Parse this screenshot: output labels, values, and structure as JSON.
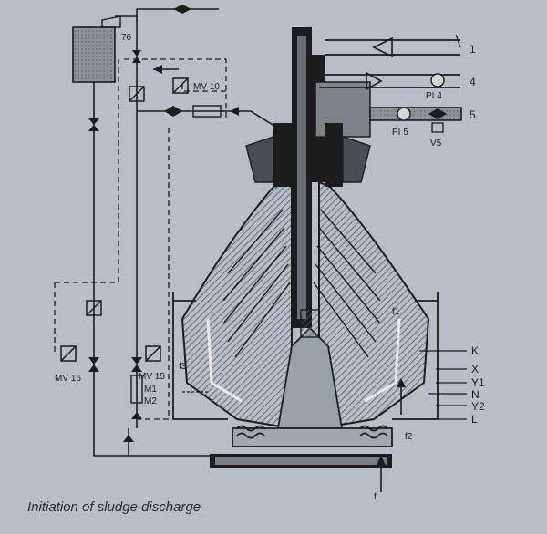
{
  "caption": "Initiation of sludge discharge",
  "labels": {
    "tank": "76",
    "mv10": "MV 10",
    "mv15": "MV 15",
    "mv16": "MV 16",
    "m1": "M1",
    "m2": "M2",
    "f3": "f3",
    "f1": "f1",
    "f2": "f2",
    "f": "f",
    "pi4": "PI 4",
    "pi5": "PI 5",
    "v5": "V5",
    "port1": "1",
    "port4": "4",
    "port5": "5",
    "k": "K",
    "x": "X",
    "y1": "Y1",
    "n": "N",
    "y2": "Y2",
    "l": "L"
  },
  "colors": {
    "background": "#b9bec6",
    "ink": "#1c1c1c",
    "hatch": "#6a6e74"
  }
}
